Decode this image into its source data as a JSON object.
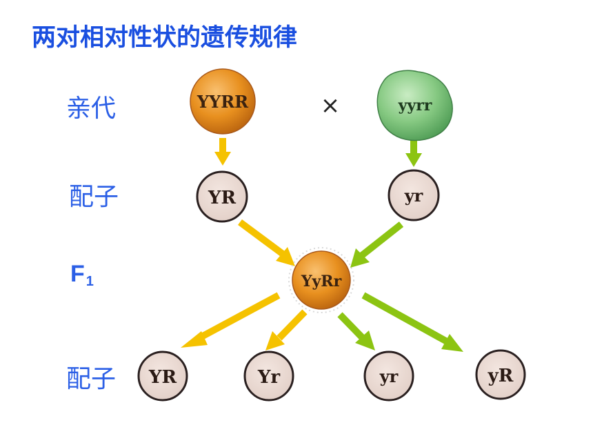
{
  "title": "两对相对性状的遗传规律",
  "labels": {
    "parents": "亲代",
    "gametes_1": "配子",
    "f1_main": "F",
    "f1_sub": "1",
    "gametes_2": "配子",
    "cross": "×"
  },
  "parents": {
    "left": "YYRR",
    "right": "yyrr"
  },
  "gametes_1": {
    "left": "YR",
    "right": "yr"
  },
  "f1": "YyRr",
  "gametes_2": [
    "YR",
    "Yr",
    "yr",
    "yR"
  ],
  "colors": {
    "title": "#1a4fe0",
    "label": "#2b5fe6",
    "yellow_arrow": "#f5c200",
    "green_arrow": "#8cc412",
    "gamete_fill": "#ead8d0",
    "pea_orange": "#e48a1e",
    "pea_green": "#7cc47a"
  }
}
